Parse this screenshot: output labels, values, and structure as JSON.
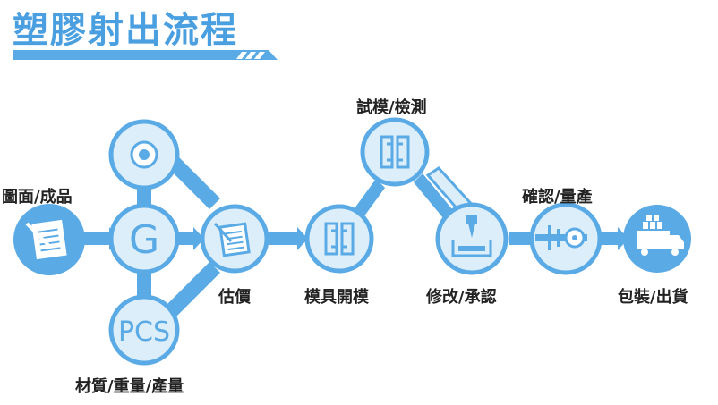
{
  "title": "塑膠射出流程",
  "colors": {
    "accent": "#5aaae6",
    "light": "#ddeefb",
    "dark": "#1f5a94"
  },
  "nodes": {
    "drawing": {
      "label": "圖面/成品",
      "icon": "drawing-icon"
    },
    "disc": {
      "icon": "disc-icon"
    },
    "g": {
      "text": "G"
    },
    "pcs": {
      "text": "PCS",
      "label": "材質/重量/產量"
    },
    "quote": {
      "label": "估價",
      "icon": "document-icon"
    },
    "mold": {
      "label": "模具開模",
      "icon": "mold-icon"
    },
    "trial": {
      "label": "試模/檢測",
      "icon": "mold-icon"
    },
    "modify": {
      "label": "修改/承認",
      "icon": "drill-icon"
    },
    "confirm": {
      "label": "確認/量產",
      "icon": "caliper-icon"
    },
    "ship": {
      "label": "包裝/出貨",
      "icon": "truck-icon"
    }
  }
}
